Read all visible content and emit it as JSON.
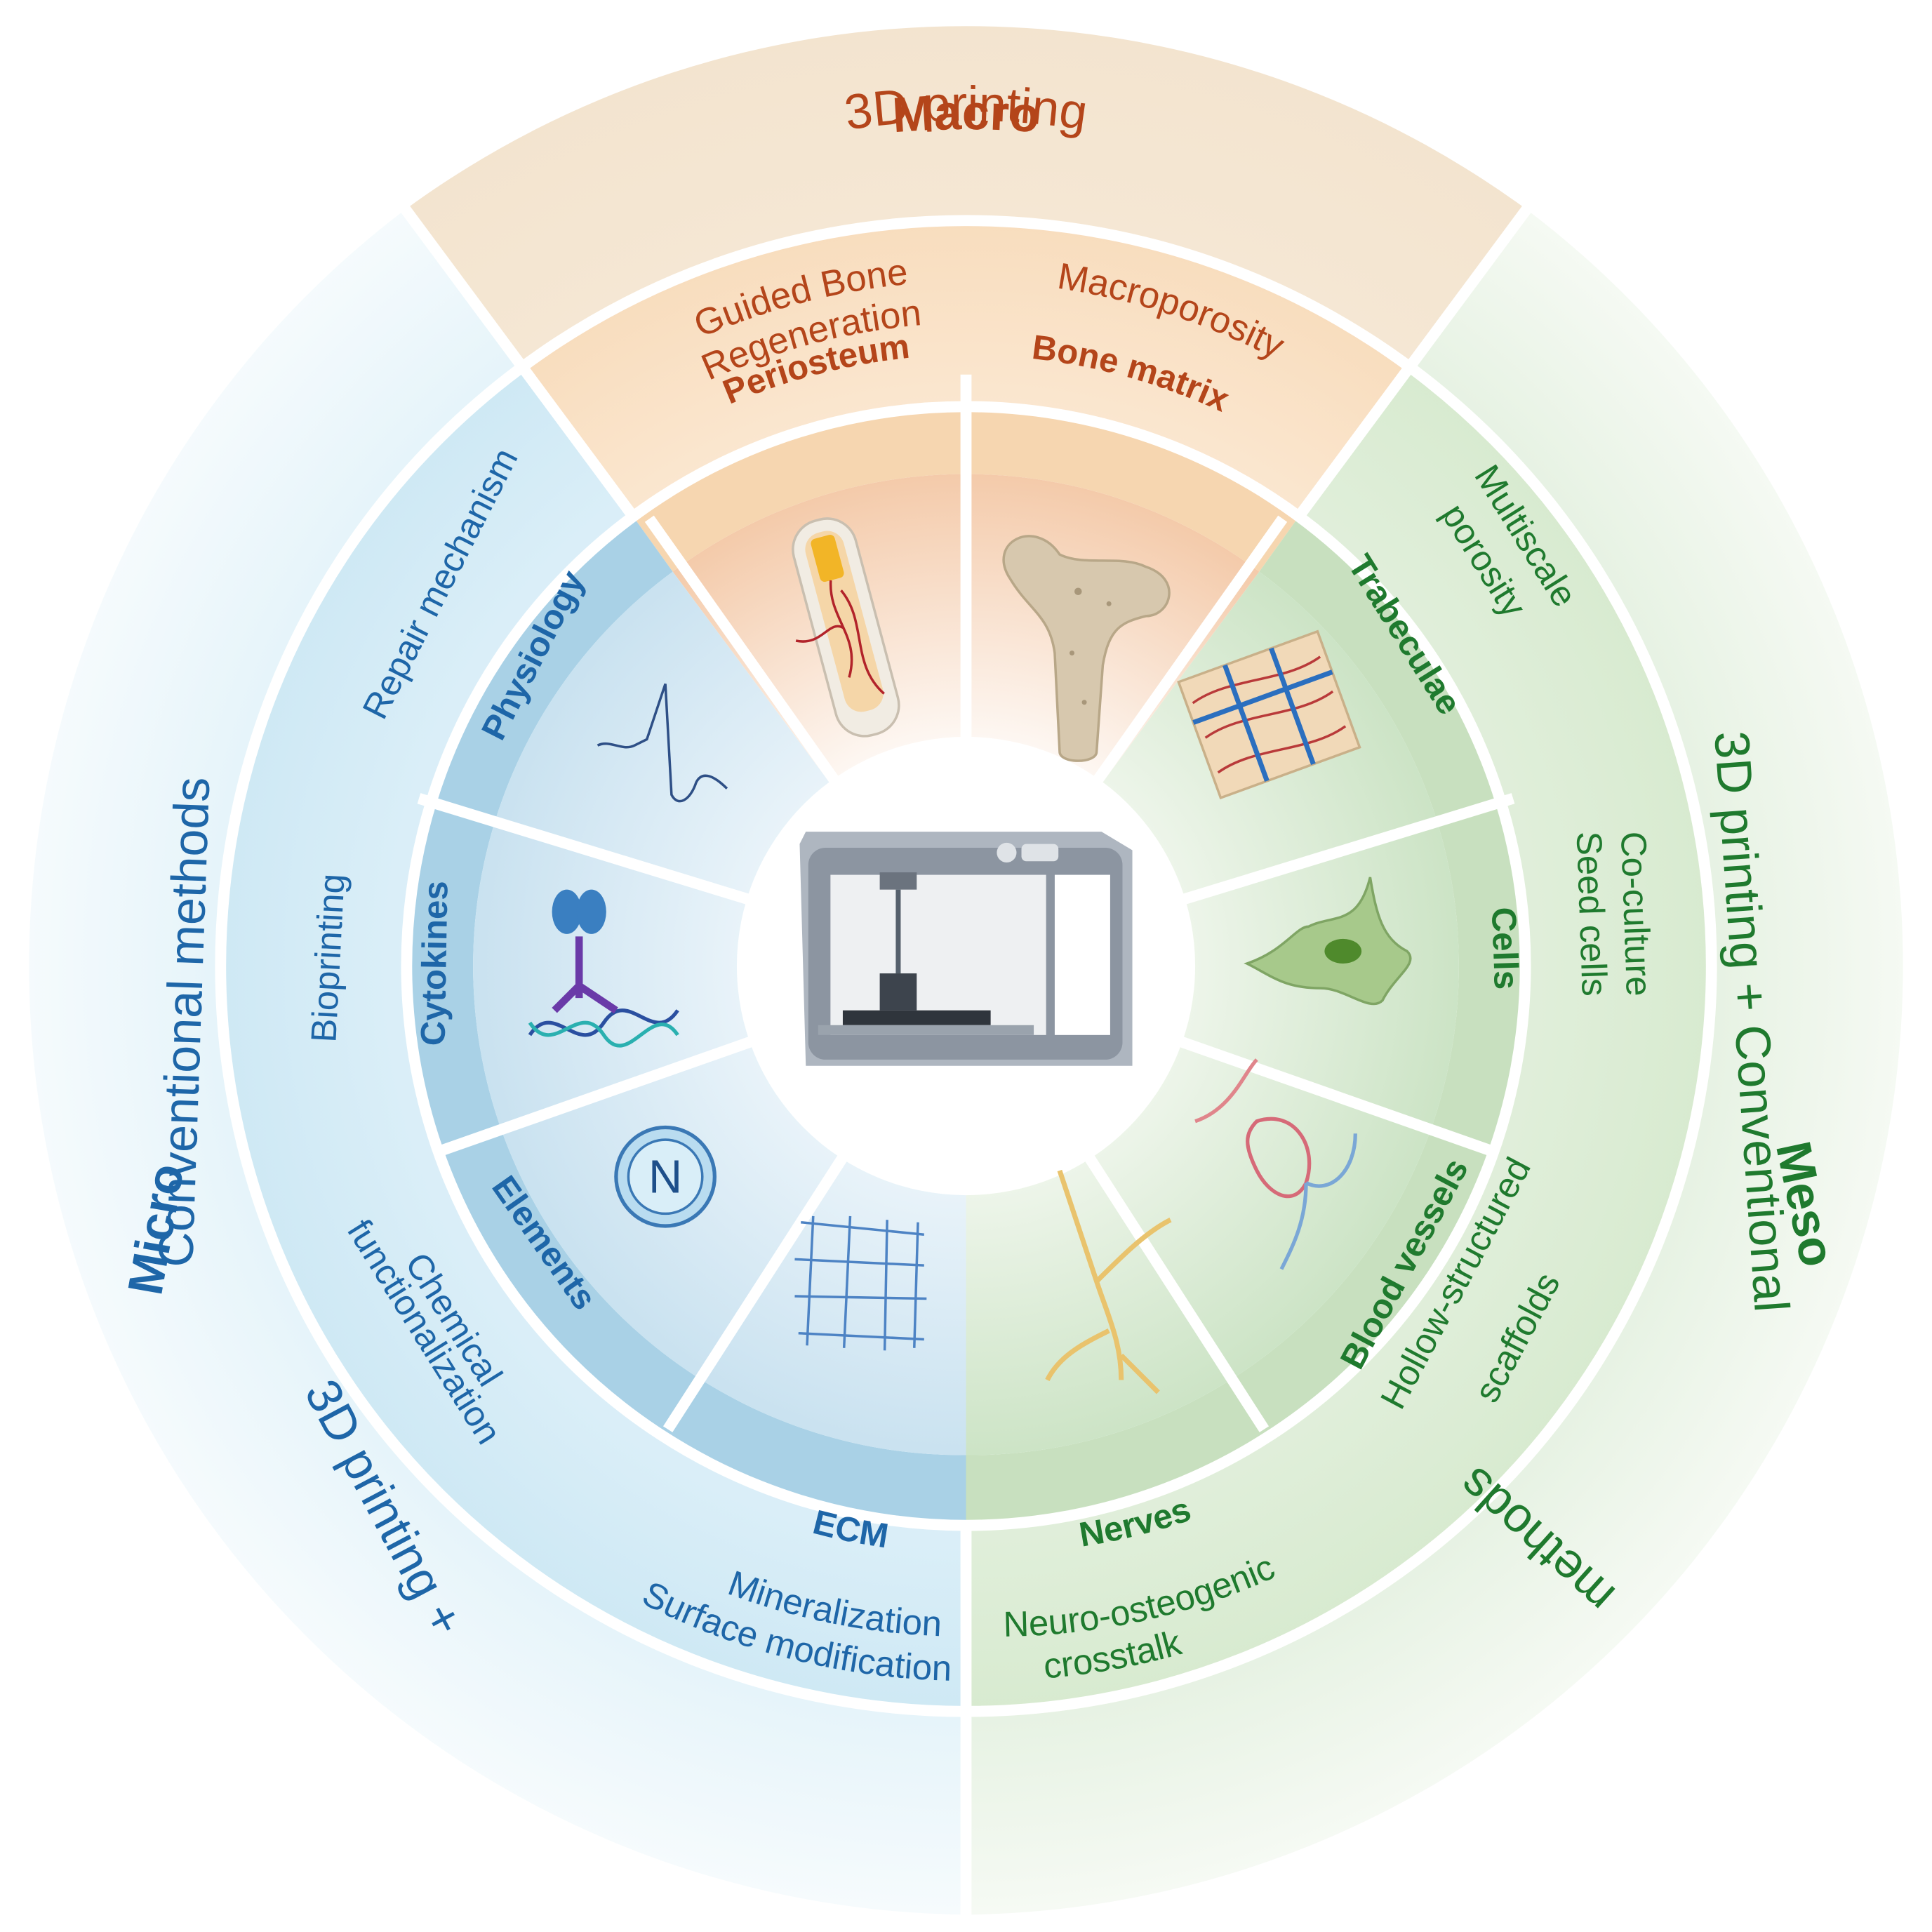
{
  "colors": {
    "macro_text": "#b4451a",
    "micro_text": "#1e66a8",
    "meso_text": "#1f7a2e",
    "macro_band": "#f6d6b0",
    "micro_band": "#a9d1e6",
    "meso_band": "#c8e0bf"
  },
  "regions": {
    "macro": {
      "title": "Macro",
      "subtitle": "3D printing"
    },
    "micro": {
      "title": "Micro",
      "subtitle_1": "Conventional methods",
      "subtitle_2": "3D printing +"
    },
    "meso": {
      "title": "Meso",
      "subtitle_1": "3D printing + Conventional",
      "subtitle_2": "methods"
    }
  },
  "strategies": {
    "guided_bone_regeneration": [
      "Guided Bone",
      "Regeneration"
    ],
    "macroporosity": "Macroporosity",
    "repair_mechanism": "Repair mechanism",
    "bioprinting": "Bioprinting",
    "chemical_functionalization": [
      "Chemical",
      "functionalization"
    ],
    "mineralization": [
      "Mineralization",
      "Surface modification"
    ],
    "neuro_osteogenic": [
      "Neuro-osteogenic",
      "crosstalk"
    ],
    "hollow_scaffolds": [
      "Hollow-structured",
      "scaffolds"
    ],
    "seed_cells": [
      "Co-culture",
      "Seed cells"
    ],
    "multiscale_porosity": [
      "Multiscale",
      "porosity"
    ]
  },
  "components": {
    "periosteum": "Periosteum",
    "bone_matrix": "Bone matrix",
    "trabeculae": "Trabeculae",
    "cells": "Cells",
    "blood_vessels": "Blood vessels",
    "nerves": "Nerves",
    "ecm": "ECM",
    "elements": "Elements",
    "cytokines": "Cytokines",
    "physiology": "Physiology"
  },
  "icons": {
    "center": "3d-printer-icon",
    "periosteum": "periosteum-bone-icon",
    "bone_matrix": "femur-icon",
    "trabeculae": "trabecular-bone-icon",
    "cells": "cell-icon",
    "blood_vessels": "blood-vessel-icon",
    "nerves": "nerve-icon",
    "ecm": "fiber-mesh-icon",
    "elements": "nitrogen-element-icon",
    "cytokines": "cytokine-dna-icon",
    "physiology": "signal-waveform-icon",
    "element_symbol": "N"
  }
}
